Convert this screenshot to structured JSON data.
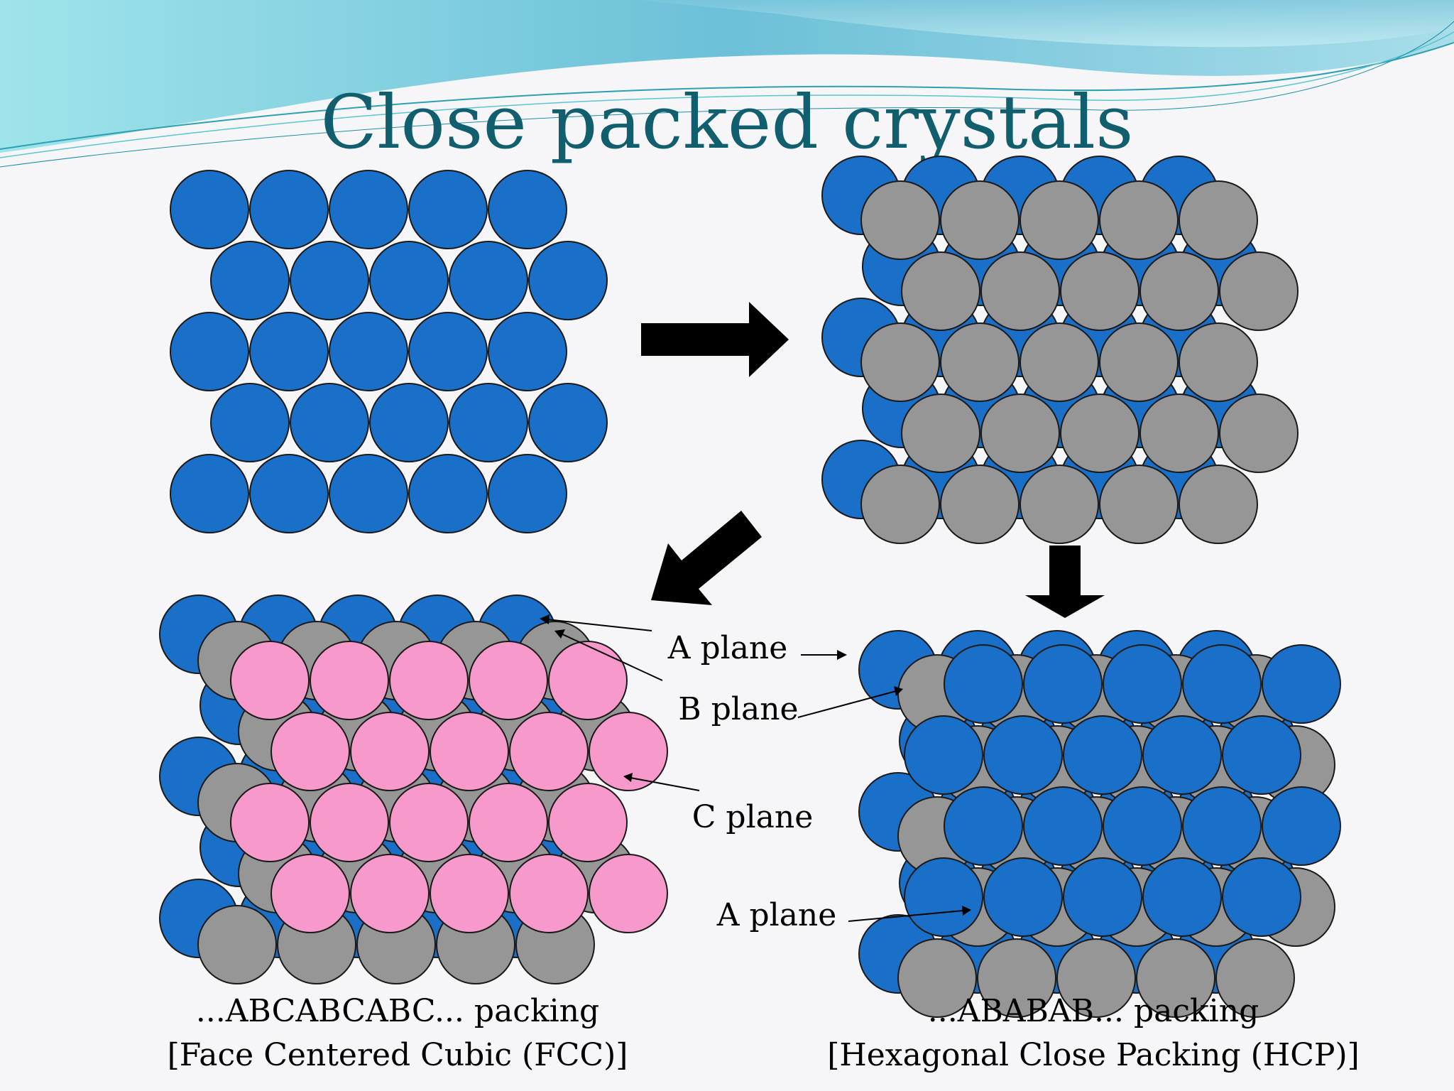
{
  "slide": {
    "title": "Close packed crystals",
    "colors": {
      "a_plane": "#1a70c8",
      "b_plane": "#969696",
      "c_plane": "#f79acb",
      "outline": "#1a1a1a",
      "title": "#115e6e",
      "arrow": "#000000"
    }
  },
  "labels": {
    "a_plane_1": "A plane",
    "b_plane": "B plane",
    "c_plane": "C plane",
    "a_plane_2": "A plane"
  },
  "captions": {
    "fcc_line1": "...ABCABCABC... packing",
    "fcc_line2": "[Face Centered Cubic (FCC)]",
    "hcp_line1": "...ABABAB... packing",
    "hcp_line2": "[Hexagonal Close Packing (HCP)]"
  },
  "icons": {
    "right_arrow": "block-arrow-right-icon",
    "down_left_arrow": "block-arrow-down-left-icon",
    "down_arrow": "block-arrow-down-icon"
  }
}
